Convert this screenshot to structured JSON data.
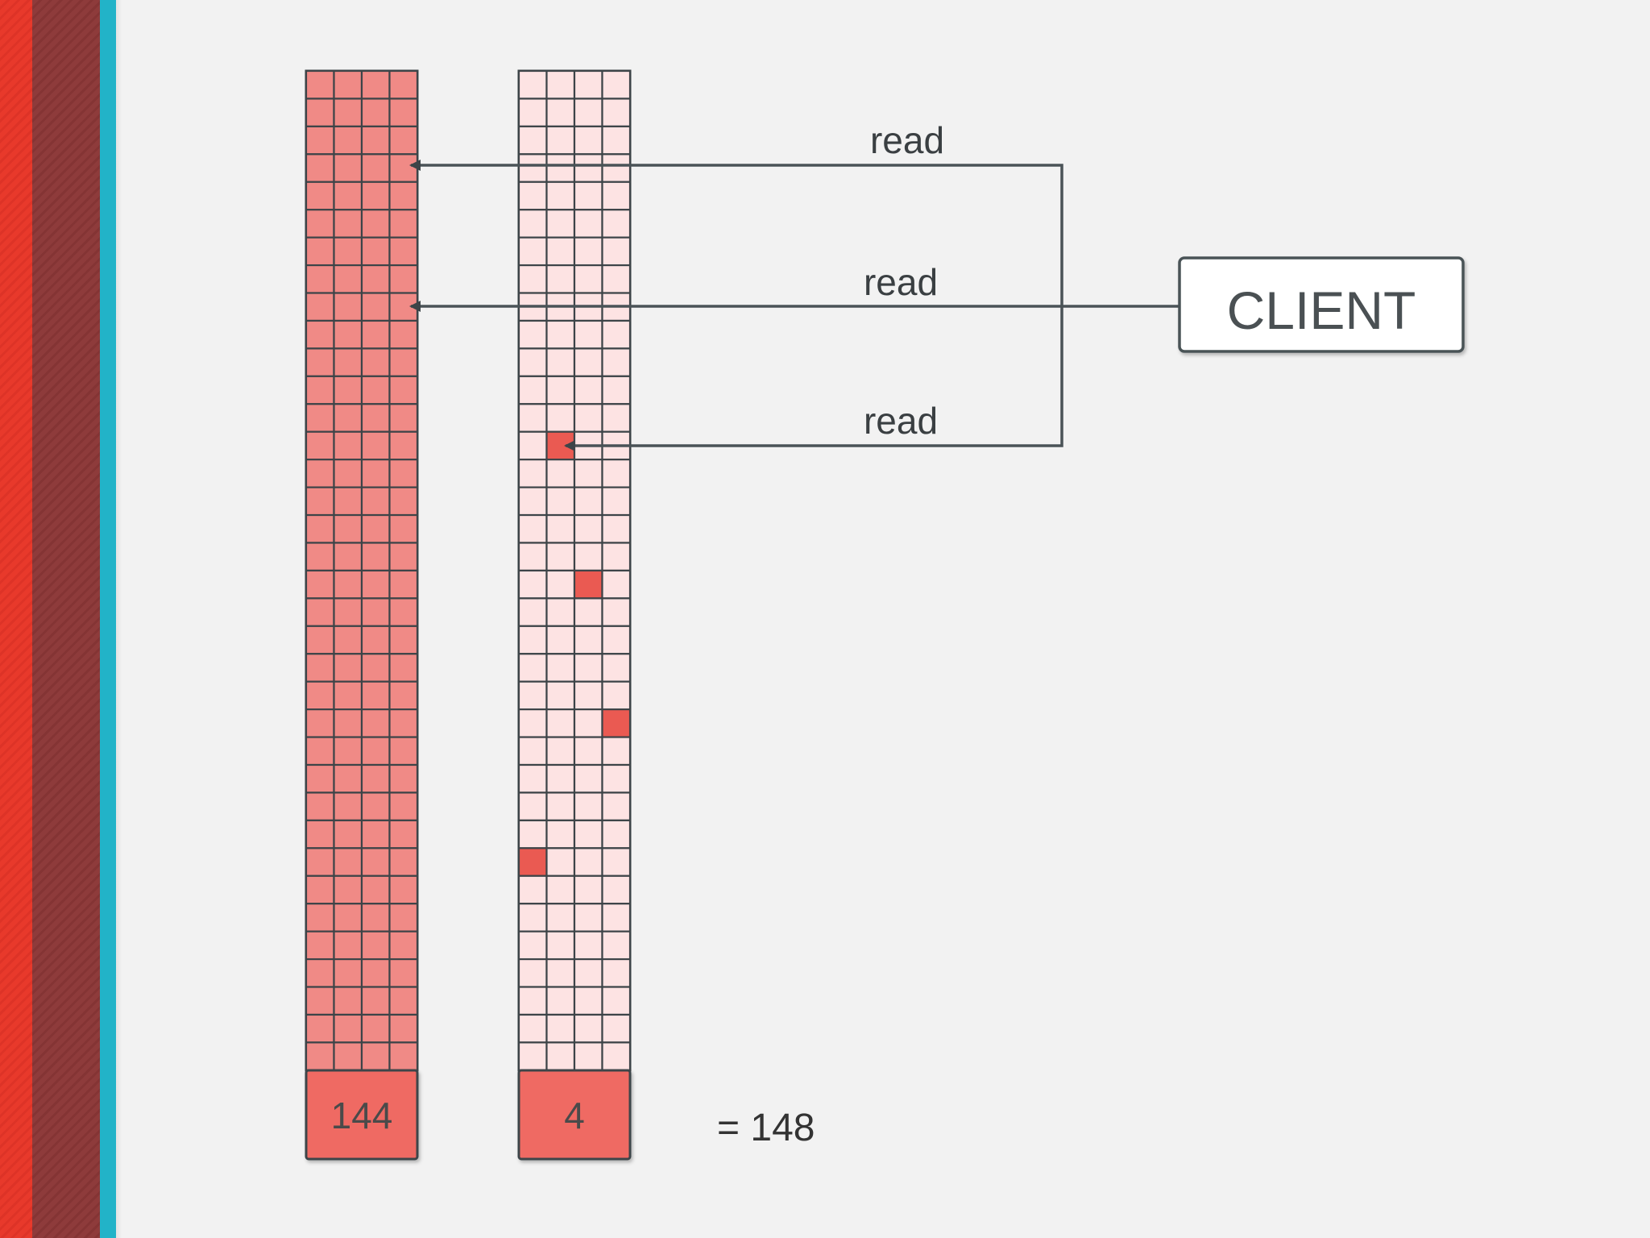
{
  "diagram": {
    "columns": [
      {
        "name": "full-column",
        "count": "144",
        "all_filled": true,
        "rows": 36,
        "cols": 4,
        "filled_cells": []
      },
      {
        "name": "sparse-column",
        "count": "4",
        "all_filled": false,
        "rows": 36,
        "cols": 4,
        "filled_cells": [
          [
            13,
            1
          ],
          [
            18,
            2
          ],
          [
            23,
            3
          ],
          [
            28,
            0
          ]
        ]
      }
    ],
    "client": {
      "label": "CLIENT"
    },
    "reads": [
      {
        "label": "read"
      },
      {
        "label": "read"
      },
      {
        "label": "read"
      }
    ],
    "total": "= 148",
    "colors": {
      "background": "#f2f2f2",
      "full_cell": "#f08a86",
      "empty_cell": "#fde3e3",
      "highlight_cell": "#ea5a52",
      "footer_cell": "#ef6a63",
      "grid_line": "#3d4448",
      "arrow_line": "#4a5357",
      "accent_cyan": "#22b3c8",
      "accent_red": "#e8392b",
      "accent_maroon": "#8e3b3b"
    }
  }
}
